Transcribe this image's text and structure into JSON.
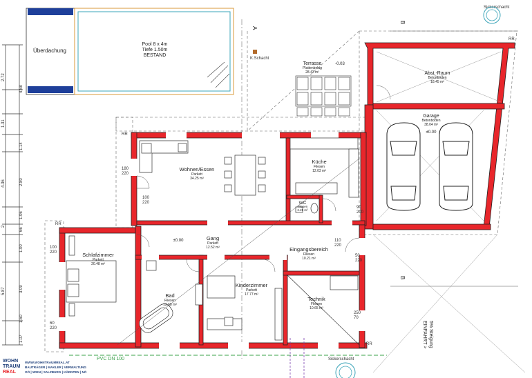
{
  "rooms": {
    "ueberdachung": {
      "name": "Überdachung"
    },
    "pool": {
      "line1": "Pool 8 x 4m",
      "line2": "Tiefe 1.50m",
      "line3": "BESTAND"
    },
    "terrasse": {
      "name": "Terrasse",
      "floor": "Plattenbelag",
      "area": "28.43 m²",
      "level": "-0.03"
    },
    "abst_raum": {
      "name": "Abst.-Raum",
      "floor": "Betonboden",
      "area": "18.45 m²"
    },
    "garage": {
      "name": "Garage",
      "floor": "Betonboden",
      "area": "38.04 m²",
      "level": "±0.00"
    },
    "wohnen": {
      "name": "Wohnen/Essen",
      "floor": "Parkett",
      "area": "34.25 m²"
    },
    "kueche": {
      "name": "Küche",
      "floor": "Fliesen",
      "area": "12.03 m²"
    },
    "wc": {
      "name": "WC",
      "floor": "Fliesen",
      "area": "2.25 m²"
    },
    "schlafzimmer": {
      "name": "Schlafzimmer",
      "floor": "Parkett",
      "area": "20.48 m²"
    },
    "gang": {
      "name": "Gang",
      "floor": "Parkett",
      "area": "12.52 m²",
      "level": "±0.00"
    },
    "eingang": {
      "name": "Eingangsbereich",
      "floor": "Fliesen",
      "area": "10.21 m²"
    },
    "bad": {
      "name": "Bad",
      "floor": "Fliesen",
      "area": "13.68 m²"
    },
    "kinder": {
      "name": "Kinderzimmer",
      "floor": "Parkett",
      "area": "17.77 m²"
    },
    "technik": {
      "name": "Technik",
      "floor": "Fliesen",
      "area": "10.65 m²"
    }
  },
  "labels": {
    "section_a": "A",
    "section_b": "B",
    "sickerschacht_top": "Sickerschacht",
    "sickerschacht_bottom": "Sickerschacht",
    "pvc": "PVC DN 100",
    "einfahrt_1": "EINFAHRT >",
    "einfahrt_2": "5% Steigung",
    "rr_1": "RR",
    "rr_2": "RR",
    "rr_3": "RR",
    "rr_4": "RR",
    "kabuero": "K.Schacht"
  },
  "left_dims": [
    "2.72",
    "4.58",
    "1.31",
    "1.14",
    "4.36",
    "2.80",
    "1.06",
    "2",
    "66",
    "1.00",
    "5.87",
    "3.09",
    "1.60",
    "1.07"
  ],
  "doors": [
    "180\n220",
    "100\n220",
    "90\n200",
    "110\n220",
    "50\n220",
    "100\n220",
    "60\n220",
    "250\n70"
  ],
  "brand": {
    "logo_line1": "WOHN",
    "logo_line2": "TRAUM",
    "logo_line3": "REAL",
    "url": "WWW.WOHNTRAUMREAL.AT",
    "line2": "BAUTRÄGER | MAKLER | VERWALTUNG",
    "line3": "OÖ | WIEN | SALZBURG | KÄRNTEN | NÖ"
  }
}
